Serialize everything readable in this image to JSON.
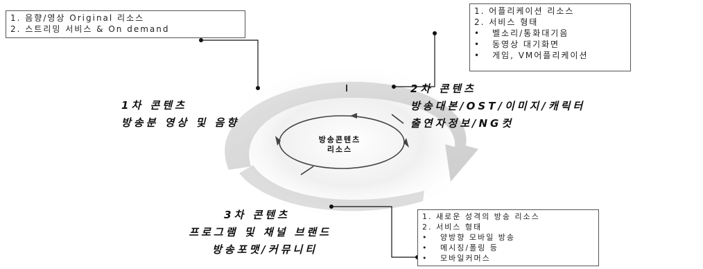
{
  "center": {
    "line1": "방송콘텐츠",
    "line2": "리소스"
  },
  "primary": {
    "title": "1차 콘텐츠",
    "subtitle": "방송분 영상 및 음향"
  },
  "secondary": {
    "title": "2차 콘텐츠",
    "line2": "방송대본/OST/이미지/캐릭터",
    "line3": "출연자정보/NG컷"
  },
  "tertiary": {
    "title": "3차 콘텐츠",
    "line2": "프로그램 및 채널 브랜드",
    "line3": "방송포맷/커뮤니티"
  },
  "box_primary": {
    "items": [
      "1. 음향/영상 Original 리소스",
      "2. 스트리밍 서비스 & On demand"
    ]
  },
  "box_secondary": {
    "items": [
      "1. 어플리케이션 리소스",
      "2. 서비스 형태"
    ],
    "bullets": [
      "벨소리/통화대기음",
      "동영상 대기화면",
      "게임, VM어플리케이션"
    ]
  },
  "box_tertiary": {
    "items": [
      "1. 새로운 성격의 방송 리소스",
      "2. 서비스 형태"
    ],
    "bullets": [
      "양방향 모바일 방송",
      "메시징/폴링 등",
      "모바일커머스"
    ]
  }
}
